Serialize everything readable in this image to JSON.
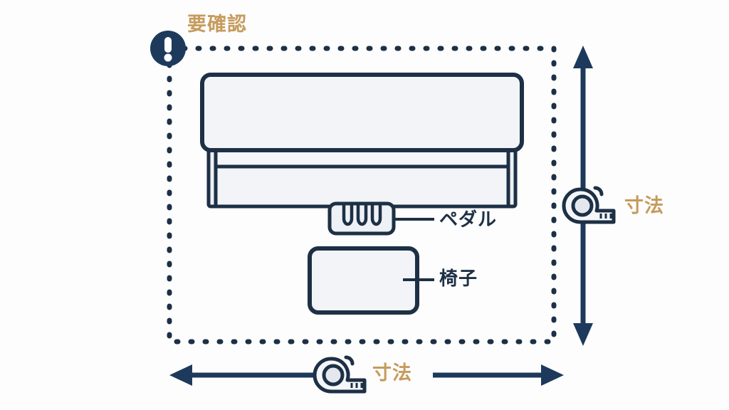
{
  "diagram": {
    "background_color": "#fdfdfd",
    "ink_color": "#1d3045",
    "gold_color": "#c69b5d",
    "fill_color": "#f2f4f7",
    "title_note": "要確認",
    "labels": {
      "warning": "要確認",
      "pedal": "ペダル",
      "chair": "椅子",
      "dimension_vertical": "寸法",
      "dimension_horizontal": "寸法"
    },
    "icons": {
      "warning": "exclamation-circle-icon",
      "tape_right": "tape-measure-icon",
      "tape_bottom": "tape-measure-icon",
      "arrow_vertical": "double-arrow-vertical-icon",
      "arrow_horizontal": "double-arrow-horizontal-icon"
    },
    "objects": {
      "piano": "upright-piano",
      "pedal_box": "piano-pedals",
      "chair_rect": "piano-bench",
      "clearance_area": "dashed-clearance-boundary"
    }
  }
}
